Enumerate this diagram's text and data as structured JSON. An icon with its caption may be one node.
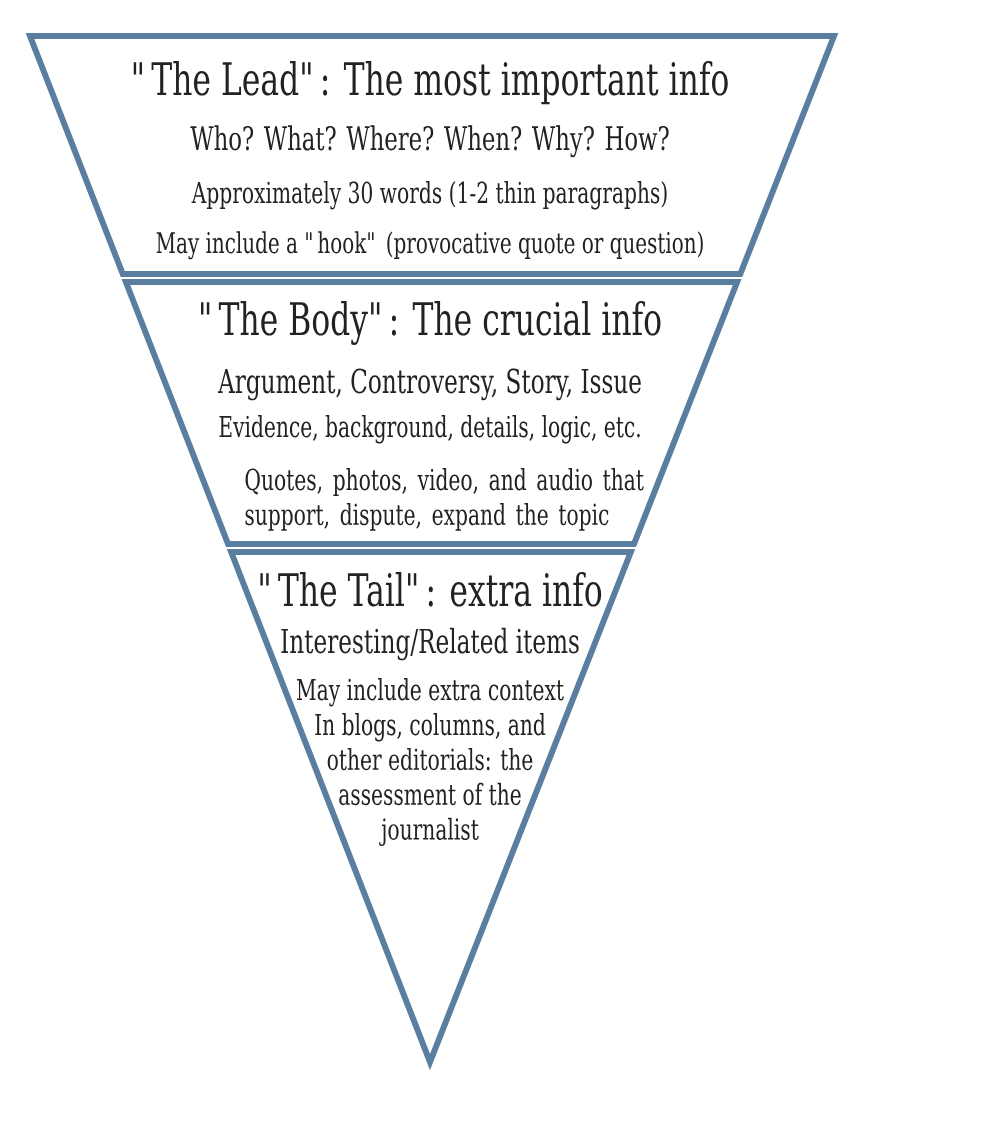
{
  "diagram": {
    "nodes": [
      {
        "text": [
          "\"The Lead\": The most important info",
          "Who? What? Where? When? Why? How?",
          "Approximately 30 words (1-2 thin paragraphs)",
          "May include a \"hook\" (provocative quote or question)"
        ]
      },
      {
        "text": [
          "\"The Body\": The crucial info",
          "Argument, Controversy, Story, Issue",
          "Evidence, background, details, logic, etc.",
          "Quotes, photos, video, and audio that support, dispute, expand the topic"
        ]
      },
      {
        "text": [
          "\"The Tail\": extra info",
          "Interesting/Related items",
          "May include extra context",
          "In blogs, columns, and other editorials: the assessment of the journalist"
        ]
      }
    ]
  }
}
